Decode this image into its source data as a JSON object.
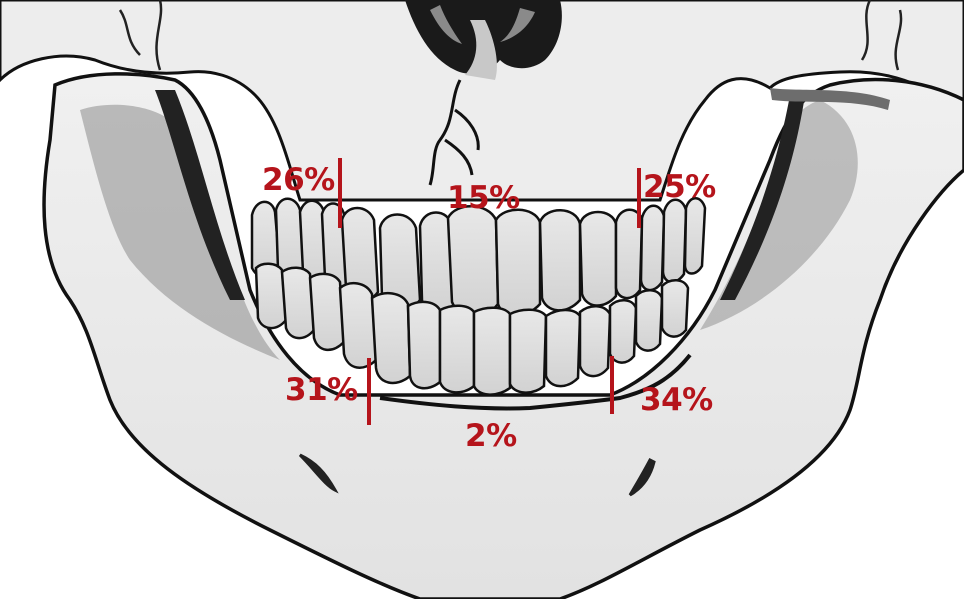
{
  "colors": {
    "accent": "#b5141b",
    "bone": "#e4e4e4",
    "bone_light": "#efefef",
    "teeth": "#dcdcdc",
    "shadow": "#7d7d7d",
    "outline": "#111111"
  },
  "labels": {
    "upper_left": "26%",
    "upper_center": "15%",
    "upper_right": "25%",
    "lower_left": "31%",
    "lower_center": "2%",
    "lower_right": "34%"
  }
}
